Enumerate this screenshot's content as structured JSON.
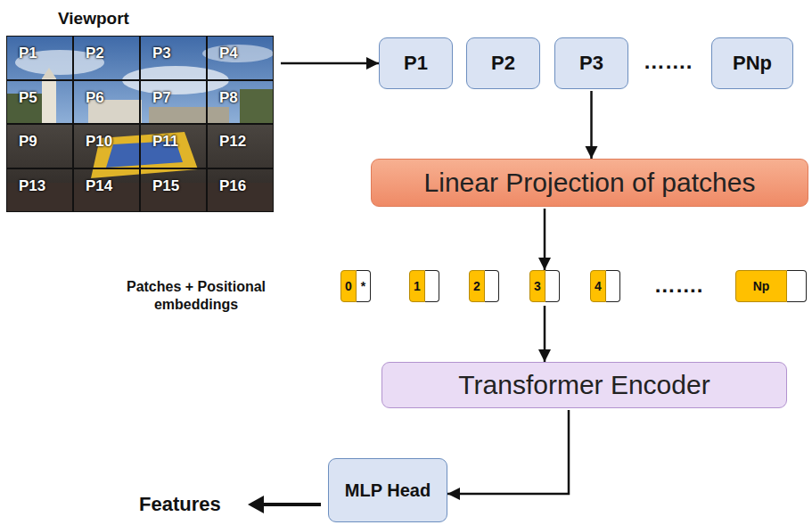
{
  "diagram": {
    "nodes": [
      {
        "text": [
          "Viewport"
        ]
      },
      {
        "text": [
          "P1"
        ],
        "in": 0
      },
      {
        "text": [
          "P2"
        ],
        "in": 0
      },
      {
        "text": [
          "P3"
        ],
        "in": 0
      },
      {
        "text": [
          "P4"
        ],
        "in": 0
      },
      {
        "text": [
          "P5"
        ],
        "in": 0
      },
      {
        "text": [
          "P6"
        ],
        "in": 0
      },
      {
        "text": [
          "P7"
        ],
        "in": 0
      },
      {
        "text": [
          "P8"
        ],
        "in": 0
      },
      {
        "text": [
          "P9"
        ],
        "in": 0
      },
      {
        "text": [
          "P10"
        ],
        "in": 0
      },
      {
        "text": [
          "P11"
        ],
        "in": 0
      },
      {
        "text": [
          "P12"
        ],
        "in": 0
      },
      {
        "text": [
          "P13"
        ],
        "in": 0
      },
      {
        "text": [
          "P14"
        ],
        "in": 0
      },
      {
        "text": [
          "P15"
        ],
        "in": 0
      },
      {
        "text": [
          "P16"
        ],
        "in": 0
      },
      {
        "text": [
          "P1"
        ]
      },
      {
        "text": [
          "P2"
        ]
      },
      {
        "text": [
          "P3"
        ]
      },
      {
        "text": [
          "PNp"
        ]
      },
      {
        "text": [
          "Linear Projection of patches"
        ]
      },
      {
        "text": [
          "0",
          "*"
        ]
      },
      {
        "text": [
          "1"
        ]
      },
      {
        "text": [
          "2"
        ]
      },
      {
        "text": [
          "3"
        ]
      },
      {
        "text": [
          "4"
        ]
      },
      {
        "text": [
          "Np"
        ]
      },
      {
        "text": [
          "Transformer Encoder"
        ]
      },
      {
        "text": [
          "MLP Head"
        ]
      }
    ],
    "edges": [
      {
        "from": 0,
        "to": 17,
        "arrow": "to"
      },
      {
        "from": 19,
        "to": 21,
        "arrow": "to"
      },
      {
        "from": 21,
        "to": 25,
        "arrow": "to"
      },
      {
        "from": 25,
        "to": 28,
        "arrow": "to"
      },
      {
        "from": 28,
        "to": 29,
        "arrow": "to"
      }
    ],
    "labels": [
      "…….",
      "Patches + Positional embeddings",
      "…….",
      "Features"
    ]
  }
}
